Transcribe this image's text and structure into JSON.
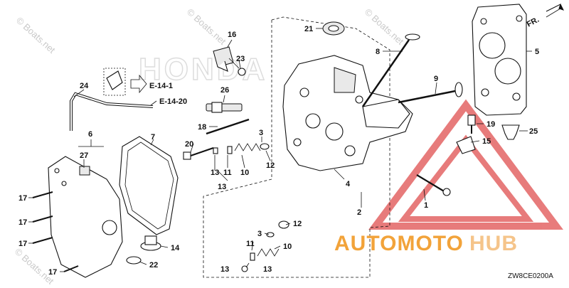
{
  "diagram": {
    "callouts": [
      "16",
      "23",
      "21",
      "8",
      "5",
      "9",
      "26",
      "18",
      "19",
      "25",
      "15",
      "3",
      "20",
      "11",
      "10",
      "12",
      "4",
      "2",
      "1",
      "24",
      "6",
      "27",
      "7",
      "13",
      "17",
      "14",
      "22"
    ],
    "reference_labels": [
      "E-14-1",
      "E-14-20"
    ],
    "direction_label": "FR.",
    "watermark": "© Boats.net",
    "brand_watermark": "HONDA",
    "logo": {
      "part1": "AUTOMOTO",
      "part2": "HUB"
    },
    "diagram_code": "ZW8CE0200A",
    "colors": {
      "logo_orange": "#f2a33a",
      "logo_light": "#f5c48a",
      "triangle_red": "#e05050"
    }
  }
}
